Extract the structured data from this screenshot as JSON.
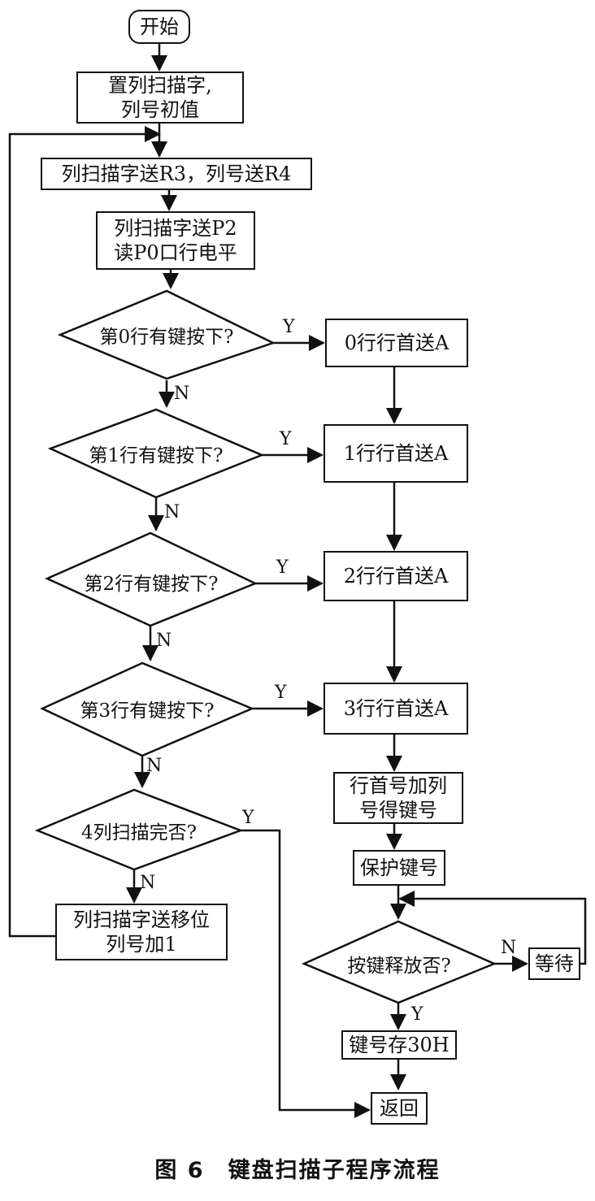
{
  "start": "开始",
  "init": "置列扫描字,\n列号初值",
  "send_r3r4": "列扫描字送R3，列号送R4",
  "send_p2": "列扫描字送P2\n读P0口行电平",
  "row_checks": [
    "第0行有键按下?",
    "第1行有键按下?",
    "第2行有键按下?",
    "第3行有键按下?"
  ],
  "row_actions": [
    "0行行首送A",
    "1行行首送A",
    "2行行首送A",
    "3行行首送A"
  ],
  "scan_done": "4列扫描完否?",
  "shift": "列扫描字送移位\n列号加1",
  "compute": "行首号加列\n号得键号",
  "protect": "保护键号",
  "release": "按键释放否?",
  "wait": "等待",
  "store": "键号存30H",
  "return": "返回",
  "yes": "Y",
  "no": "N",
  "caption": "图 6　键盘扫描子程序流程"
}
